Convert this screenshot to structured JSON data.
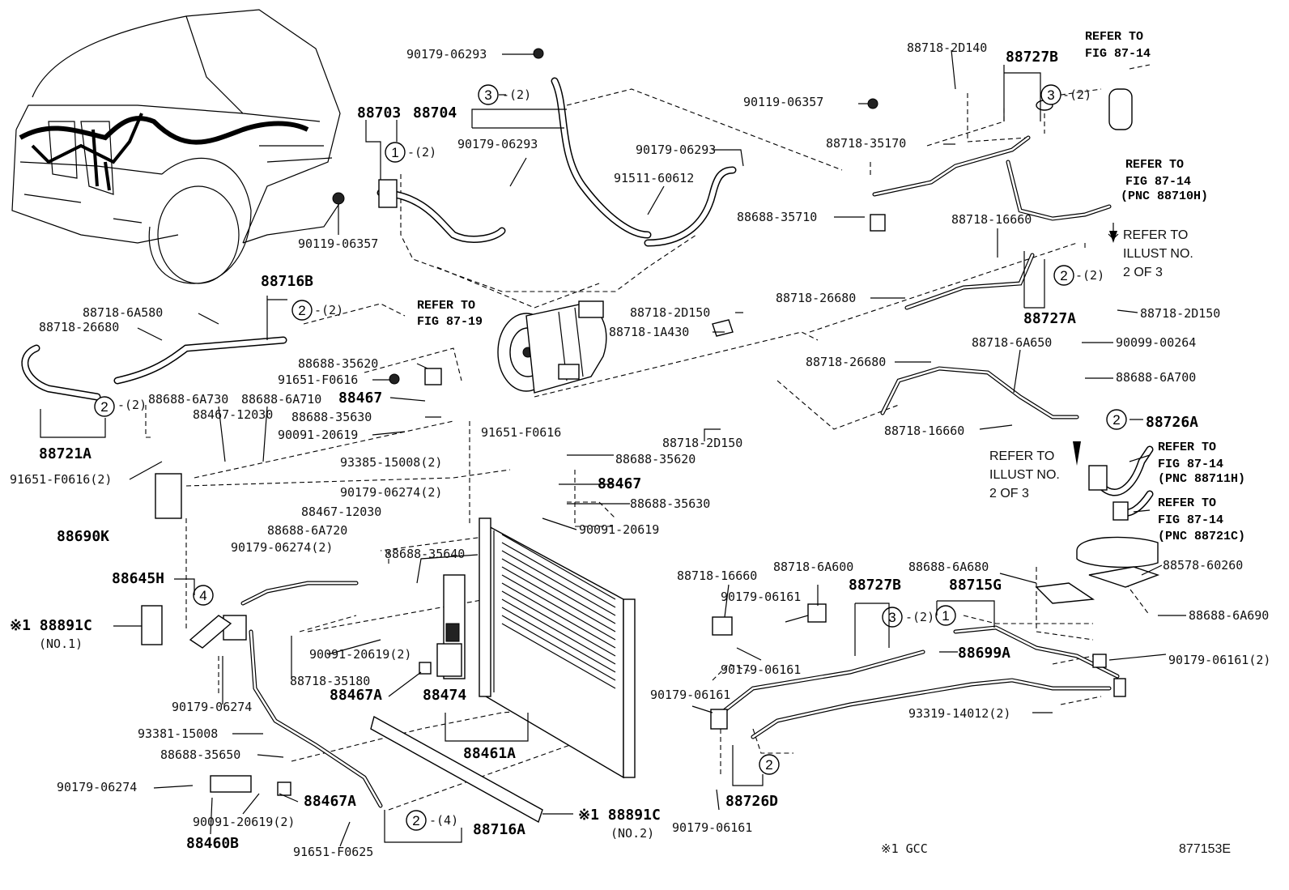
{
  "labels": {
    "p90179_06293_top": "90179-06293",
    "p88703": "88703",
    "p88704": "88704",
    "c3_qty_top": "-(2)",
    "c1_qty_top": "-(2)",
    "p90179_06293_mid": "90179-06293",
    "p90179_06293_r": "90179-06293",
    "p91511_60612": "91511-60612",
    "p90119_06357_l": "90119-06357",
    "p88718_2D140": "88718-2D140",
    "p88727B_top": "88727B",
    "c3_qty_tr": "-(2)",
    "p90119_06357_r": "90119-06357",
    "p88718_35170": "88718-35170",
    "p88688_35710": "88688-35710",
    "ref1_a": "REFER TO",
    "ref1_b": "FIG 87-14",
    "ref2_a": "REFER TO",
    "ref2_b": "FIG 87-14",
    "ref2_c": "(PNC 88710H)",
    "ref3_a": "REFER TO",
    "ref3_b": "ILLUST NO.",
    "ref3_c": "2 OF 3",
    "p88718_16660_tr": "88718-16660",
    "p88718_26680_tr": "88718-26680",
    "c2_qty_tr": "-(2)",
    "p88727A": "88727A",
    "p88718_2D150_r": "88718-2D150",
    "p88716B": "88716B",
    "p88718_6A580": "88718-6A580",
    "p88718_26680_l": "88718-26680",
    "c2_qty_l1": "-(2)",
    "refc_a": "REFER TO",
    "refc_b": "FIG 87-19",
    "p88718_2D150_c": "88718-2D150",
    "p88718_1A430": "88718-1A430",
    "p88688_35620_a": "88688-35620",
    "p91651_F0616_a": "91651-F0616",
    "p88688_6A730": "88688-6A730",
    "p88688_6A710": "88688-6A710",
    "p88467_a": "88467",
    "p88467_12030_a": "88467-12030",
    "p88688_35630_a": "88688-35630",
    "p90091_20619_a": "90091-20619",
    "c2_qty_l2": "-(2)",
    "p88721A": "88721A",
    "p91651_F0616_2": "91651-F0616(2)",
    "p93385_15008": "93385-15008(2)",
    "p90179_06274_2a": "90179-06274(2)",
    "p88467_12030_b": "88467-12030",
    "p88690K": "88690K",
    "p88688_6A720": "88688-6A720",
    "p90179_06274_2b": "90179-06274(2)",
    "p88718_26680_m": "88718-26680",
    "p88718_6A650": "88718-6A650",
    "p90099_00264": "90099-00264",
    "p88688_6A700": "88688-6A700",
    "p88718_16660_m": "88718-16660",
    "p88726A": "88726A",
    "ref4_a": "REFER TO",
    "ref4_b": "ILLUST NO.",
    "ref4_c": "2 OF 3",
    "ref5_a": "REFER TO",
    "ref5_b": "FIG 87-14",
    "ref5_c": "(PNC 88711H)",
    "ref6_a": "REFER TO",
    "ref6_b": "FIG 87-14",
    "ref6_c": "(PNC 88721C)",
    "p88718_2D150_m": "88718-2D150",
    "p91651_F0616_b": "91651-F0616",
    "p88688_35620_b": "88688-35620",
    "p88467_b": "88467",
    "p88688_35630_b": "88688-35630",
    "p90091_20619_b": "90091-20619",
    "p88688_35640": "88688-35640",
    "p88645H": "88645H",
    "p88891C_1": "※1 88891C",
    "p88891C_1n": "(NO.1)",
    "p90091_20619_2": "90091-20619(2)",
    "p88718_35180": "88718-35180",
    "p90179_06274_a": "90179-06274",
    "p88467A_a": "88467A",
    "p88474": "88474",
    "p93381_15008": "93381-15008",
    "p88461A": "88461A",
    "p88688_35650": "88688-35650",
    "p90179_06274_b": "90179-06274",
    "p88467A_b": "88467A",
    "p90091_20619_2d": "90091-20619(2)",
    "p88460B": "88460B",
    "p91651_F0625": "91651-F0625",
    "c2_qty_b": "-(4)",
    "p88716A": "88716A",
    "p88891C_2": "※1 88891C",
    "p88891C_2n": "(NO.2)",
    "p88718_16660_b": "88718-16660",
    "p88718_6A600": "88718-6A600",
    "p88727B_b": "88727B",
    "p88715G": "88715G",
    "p88688_6A680": "88688-6A680",
    "p88578_60260": "88578-60260",
    "p90179_06161_a": "90179-06161",
    "c3_qty_b": "-(2)",
    "p88699A": "88699A",
    "p88688_6A690": "88688-6A690",
    "p90179_06161_b": "90179-06161",
    "p90179_06161_2": "90179-06161(2)",
    "p90179_06161_c": "90179-06161",
    "p93319_14012": "93319-14012(2)",
    "p88726D": "88726D",
    "p90179_06161_d": "90179-06161",
    "note_gcc": "※1 GCC",
    "fig_code": "877153E"
  },
  "circles": {
    "c1": "1",
    "c2": "2",
    "c3": "3",
    "c4": "4"
  }
}
